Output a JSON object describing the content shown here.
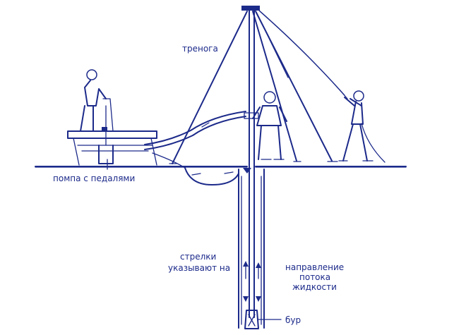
{
  "labels": {
    "tripod": "тренога",
    "pedal_pump": "помпа с педалями",
    "arrows_line1": "стрелки",
    "arrows_line2": "указывают на",
    "flow_line1": "направление",
    "flow_line2": "потока",
    "flow_line3": "жидкости",
    "drill": "бур"
  },
  "colors": {
    "ink": "#1c2a8a",
    "background": "#ffffff"
  }
}
